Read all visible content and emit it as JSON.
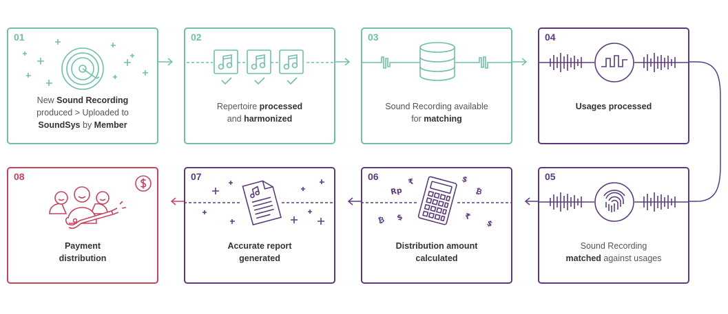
{
  "colors": {
    "teal": "#6fbfa7",
    "purple": "#5b3a7c",
    "crimson": "#c4445e"
  },
  "steps": [
    {
      "num": "01",
      "lines": [
        [
          [
            "New ",
            false
          ],
          [
            "Sound Recording",
            true
          ]
        ],
        [
          [
            "produced > Uploaded to",
            false
          ]
        ],
        [
          [
            "SoundSys",
            true
          ],
          [
            " by ",
            false
          ],
          [
            "Member",
            true
          ]
        ]
      ]
    },
    {
      "num": "02",
      "lines": [
        [
          [
            "Repertoire ",
            false
          ],
          [
            "processed",
            true
          ]
        ],
        [
          [
            "and ",
            false
          ],
          [
            "harmonized",
            true
          ]
        ]
      ]
    },
    {
      "num": "03",
      "lines": [
        [
          [
            "Sound Recording available",
            false
          ]
        ],
        [
          [
            "for ",
            false
          ],
          [
            "matching",
            true
          ]
        ]
      ]
    },
    {
      "num": "04",
      "lines": [
        [
          [
            "Usages processed",
            true
          ]
        ]
      ]
    },
    {
      "num": "05",
      "lines": [
        [
          [
            "Sound Recording",
            false
          ]
        ],
        [
          [
            "matched",
            true
          ],
          [
            " against usages",
            false
          ]
        ]
      ]
    },
    {
      "num": "06",
      "lines": [
        [
          [
            "Distribution amount",
            true
          ]
        ],
        [
          [
            "calculated",
            true
          ]
        ]
      ]
    },
    {
      "num": "07",
      "lines": [
        [
          [
            "Accurate report",
            true
          ]
        ],
        [
          [
            "generated",
            true
          ]
        ]
      ]
    },
    {
      "num": "08",
      "lines": [
        [
          [
            "Payment",
            true
          ]
        ],
        [
          [
            "distribution",
            true
          ]
        ]
      ]
    }
  ],
  "icons": {
    "s1": "vinyl-record-icon",
    "s2": "music-note-check-icons",
    "s3": "database-icon",
    "s4": "sound-wave-icon",
    "s5": "fingerprint-icon",
    "s6": "calculator-icon",
    "s7": "document-icon",
    "s8": "band-musicians-icon"
  },
  "currency_symbols": [
    "₹",
    "Rp",
    "$",
    "₿",
    "₿",
    "$",
    "₹",
    "$"
  ]
}
